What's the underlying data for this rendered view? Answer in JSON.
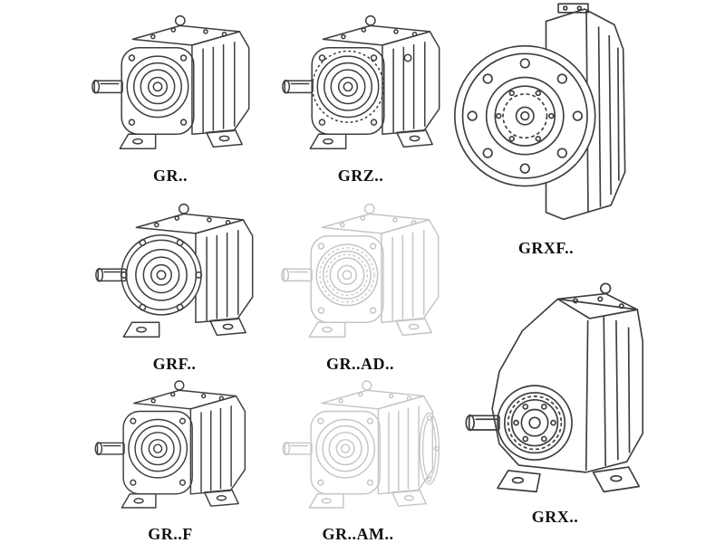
{
  "palette": {
    "background": "#ffffff",
    "line_ink": "#3d3d3d",
    "line_faint": "#c5c5c5",
    "label_text": "#101010"
  },
  "figures": [
    {
      "label": "GR..",
      "drawing": "foot-mounted-helical-gearbox"
    },
    {
      "label": "GRZ..",
      "drawing": "foot-mounted-helical-gearbox-with-plug"
    },
    {
      "label": "GRXF..",
      "drawing": "flange-mounted-gearbox-front-view"
    },
    {
      "label": "GRF..",
      "drawing": "flange-and-foot-gearbox"
    },
    {
      "label": "GR..AD..",
      "drawing": "phantom-foot-gearbox"
    },
    {
      "label": "GRX..",
      "drawing": "large-foot-mounted-gearbox"
    },
    {
      "label": "GR..F",
      "drawing": "foot-mounted-helical-gearbox"
    },
    {
      "label": "GR..AM..",
      "drawing": "phantom-flange-gearbox"
    }
  ]
}
